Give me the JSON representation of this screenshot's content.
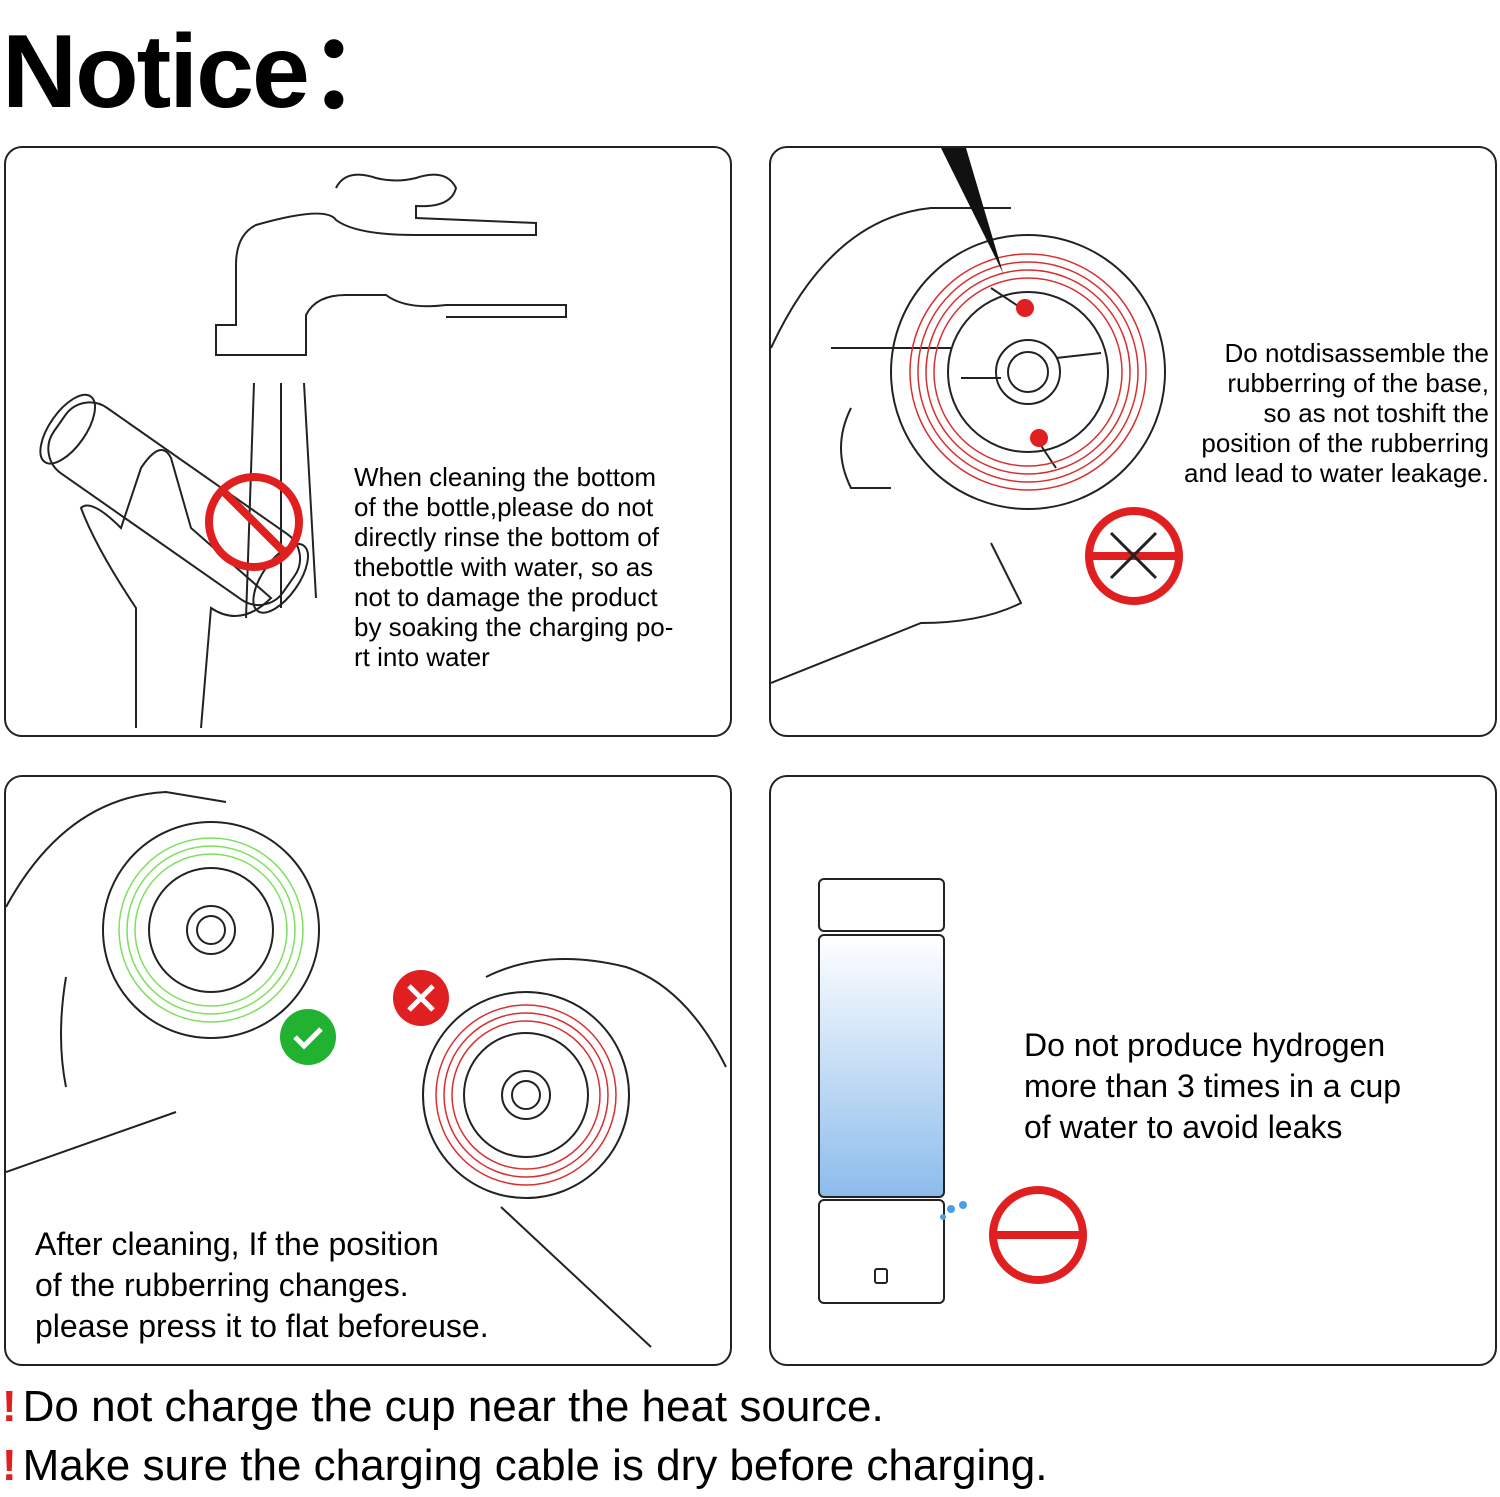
{
  "title": "Notice：",
  "panels": [
    {
      "text": "When cleaning the bottom\nof the bottle,please do not\ndirectly rinse the bottom of\nthebottle with water, so as\nnot to damage the product\nby soaking the charging po-\nrt into water",
      "icon": "no-water-rinse-icon"
    },
    {
      "text": "Do notdisassemble the\nrubberring of the base,\nso as not toshift the\nposition of the rubberring\nand lead to water leakage.",
      "icon": "no-disassemble-icon"
    },
    {
      "text": "After cleaning, If the position\nof the rubberring changes.\nplease press it to flat beforeuse.",
      "icons": [
        "check-icon",
        "cross-icon"
      ]
    },
    {
      "text": "Do not produce hydrogen\nmore than 3 times in a cup\nof water to avoid leaks",
      "icon": "no-overuse-icon"
    }
  ],
  "warnings": [
    {
      "mark": "!",
      "text": "Do not charge the cup near the heat source."
    },
    {
      "mark": "!",
      "text": "Make sure the charging cable is dry before charging."
    }
  ],
  "colors": {
    "prohibit": "#e02020",
    "ok": "#22b232",
    "ring_ok": "#7fe060",
    "ring_bad": "#d83030",
    "water": "#9cc4ee"
  }
}
